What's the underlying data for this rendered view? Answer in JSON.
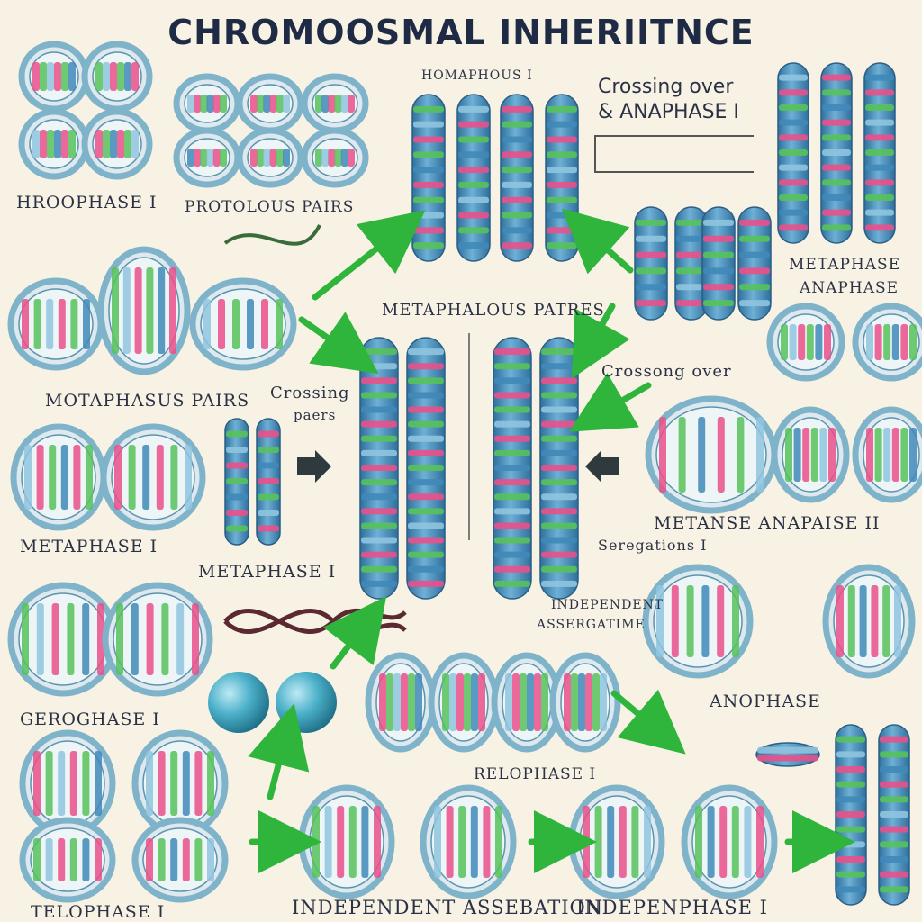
{
  "title": "CHROMOOSMAL INHERIITNCE",
  "labels": {
    "homaphous": "HOMAPHOUS I",
    "crossing_over": "Crossing over",
    "anaphase_amp": "& ANAPHASE I",
    "hroophase": "HROOPHASE I",
    "protolous": "PROTOLOUS PAIRS",
    "metaphase_r": "METAPHASE",
    "anaphase_r": "ANAPHASE",
    "metaphalous": "METAPHALOUS PATRES",
    "motaphasus": "MOTAPHASUS PAIRS",
    "crossing_l1": "Crossing",
    "crossing_l2": "paers",
    "crossong": "Crossong   over",
    "metaphase_l": "METAPHASE I",
    "metaphase_c": "METAPHASE I",
    "metanse": "METANSE  ANAPAISE II",
    "seregations": "Seregations I",
    "indep_1": "INDEPENDENT",
    "indep_2": "ASSERGATIME",
    "anophase": "ANOPHASE",
    "gerophase": "GEROGHASE I",
    "relophase": "RELOPHASE I",
    "telophase": "TELOPHASE I",
    "bottom_center": "INDEPENDENT ASSEBATION",
    "bottom_right": "INDEPENPHASE I"
  },
  "colors": {
    "chrom_body": "#3f88b8",
    "chrom_light": "#8fc4df",
    "band_pink": "#e9508a",
    "band_green": "#56c25a",
    "arrow_green": "#2fb53c",
    "arrow_dark": "#2f3a3f",
    "cell_ring": "#7fb3c9",
    "sphere": "#4bb0c8"
  }
}
